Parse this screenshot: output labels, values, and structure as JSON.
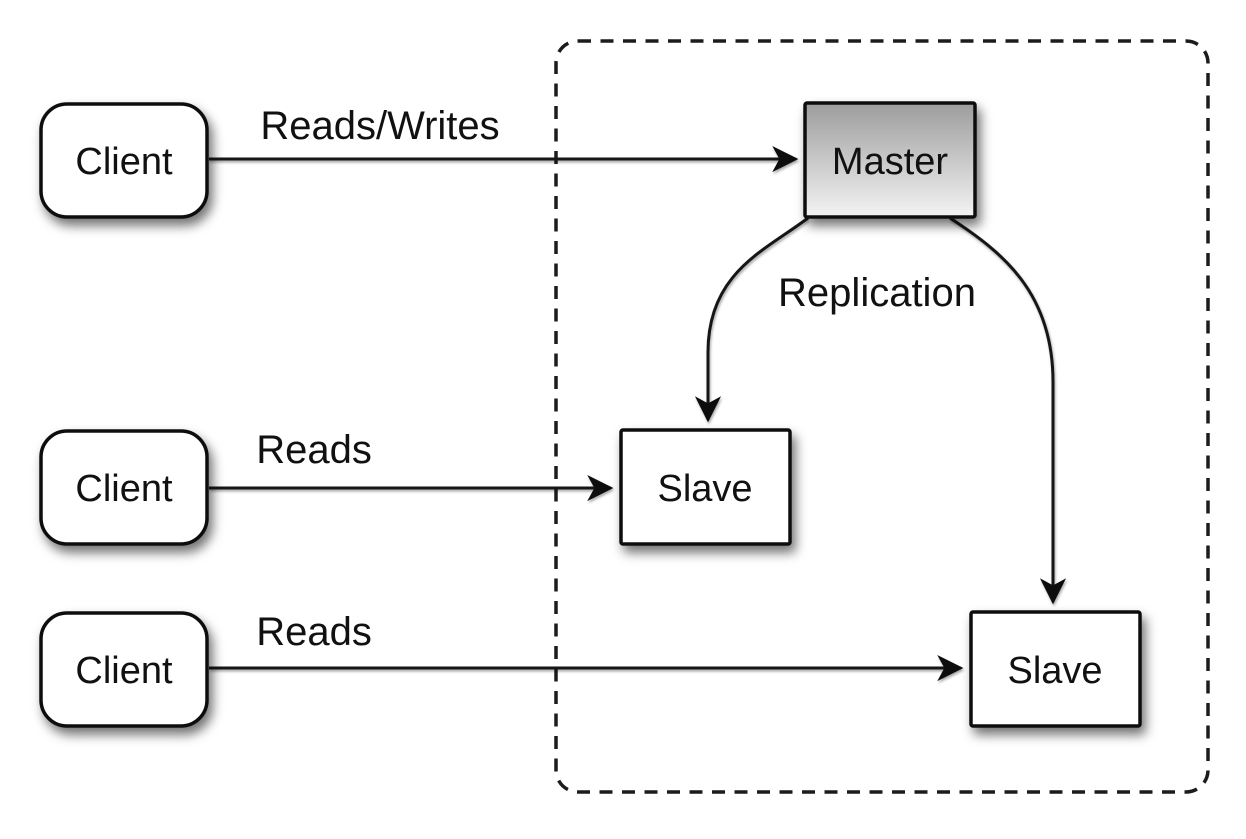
{
  "diagram": {
    "background_color": "#ffffff",
    "line_color": "#161616",
    "node_fill": "#ffffff",
    "master_gradient_top": "#9d9d9d",
    "master_gradient_bottom": "#f4f4f4",
    "nodes": {
      "client_top": {
        "label": "Client"
      },
      "client_middle": {
        "label": "Client"
      },
      "client_bottom": {
        "label": "Client"
      },
      "master": {
        "label": "Master"
      },
      "slave_top": {
        "label": "Slave"
      },
      "slave_bottom": {
        "label": "Slave"
      }
    },
    "edges": {
      "reads_writes": {
        "label": "Reads/Writes",
        "from": "client_top",
        "to": "master"
      },
      "reads_middle": {
        "label": "Reads",
        "from": "client_middle",
        "to": "slave_top"
      },
      "reads_bottom": {
        "label": "Reads",
        "from": "client_bottom",
        "to": "slave_bottom"
      },
      "replication": {
        "label": "Replication",
        "from": "master",
        "to": "slaves"
      }
    }
  }
}
